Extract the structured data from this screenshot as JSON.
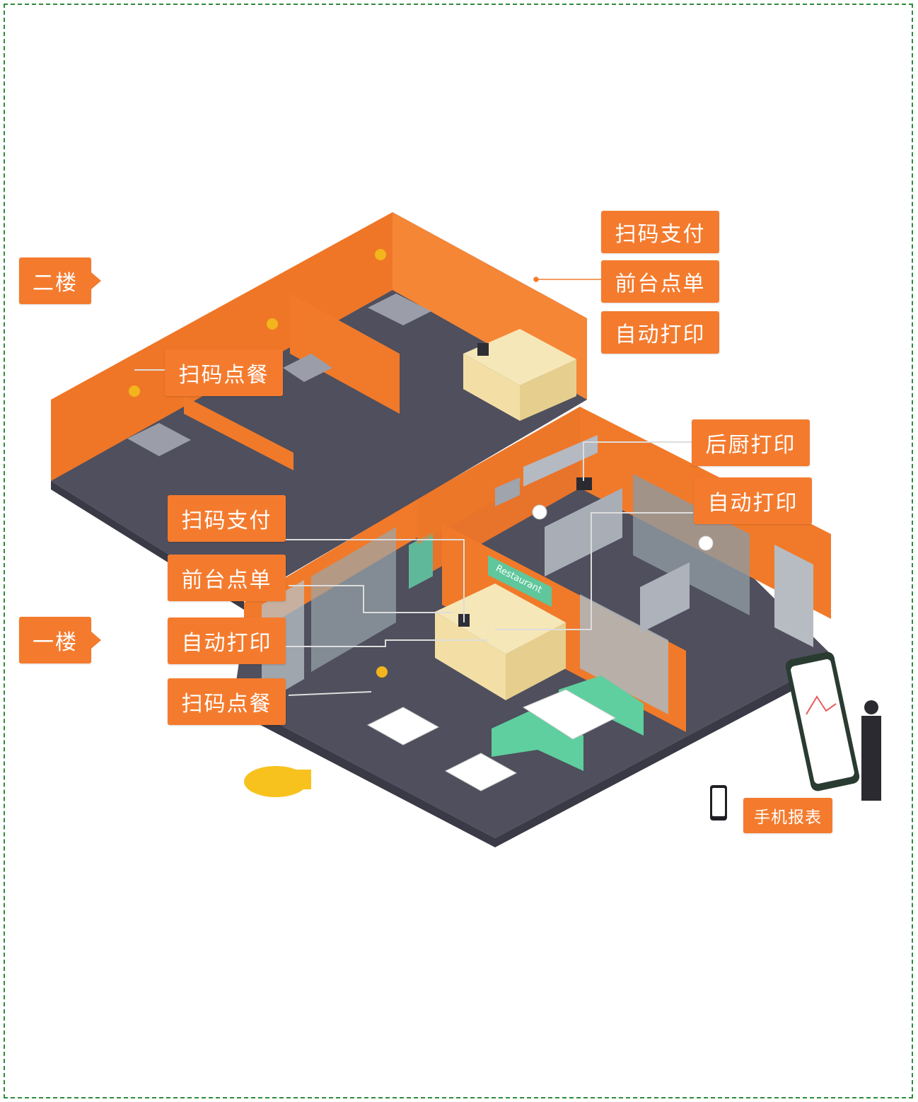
{
  "floors": {
    "second": "二楼",
    "first": "一楼"
  },
  "upstairs": {
    "pay": "扫码支付",
    "counter_order": "前台点单",
    "auto_print": "自动打印",
    "scan_order": "扫码点餐"
  },
  "downstairs": {
    "pay": "扫码支付",
    "counter_order": "前台点单",
    "auto_print": "自动打印",
    "scan_order": "扫码点餐"
  },
  "kitchen": {
    "kitchen_print": "后厨打印",
    "auto_print": "自动打印"
  },
  "mobile": {
    "report": "手机报表"
  },
  "signage": {
    "restaurant": "Restaurant"
  },
  "colors": {
    "accent": "#f47b2e",
    "wall": "#f07a2a",
    "floor": "#4f4f5d",
    "counter": "#f3dfa5",
    "sofa": "#5fcf9f",
    "frame_border": "#2e8b3a"
  }
}
